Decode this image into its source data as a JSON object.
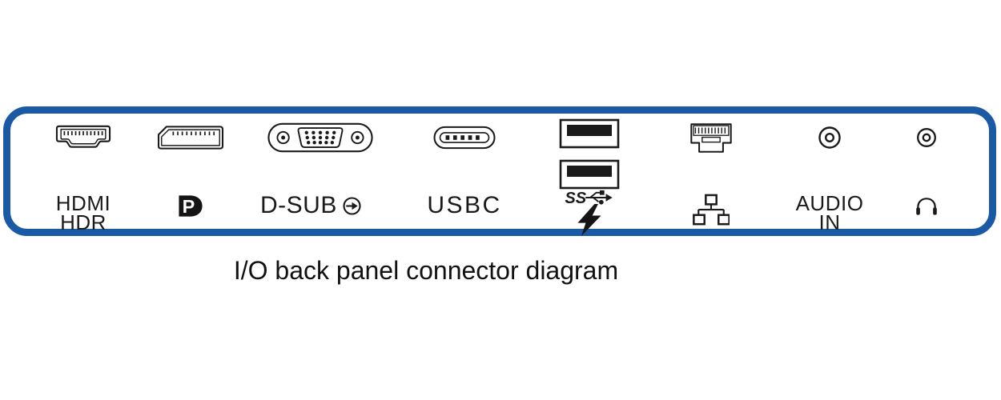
{
  "caption": "I/O back panel connector diagram",
  "colors": {
    "panel_border": "#1a5aa4",
    "ink": "#1a1a1a"
  },
  "ports": {
    "hdmi": {
      "icon": "hdmi-connector-icon",
      "label_line1": "HDMI",
      "label_line2": "HDR"
    },
    "displayport": {
      "icon": "displayport-connector-icon",
      "logo_icon": "displayport-logo-icon",
      "logo_letter": "P"
    },
    "dsub": {
      "icon": "vga-connector-icon",
      "label": "D-SUB",
      "suffix_icon": "input-arrow-icon"
    },
    "usbc": {
      "icon": "usbc-connector-icon",
      "label": "USBC"
    },
    "usb": {
      "icon": "usb-a-port-icon",
      "port_count": 2,
      "label": "SS",
      "label_icons": [
        "usb-trident-icon",
        "lightning-bolt-icon"
      ]
    },
    "ethernet": {
      "icon": "rj45-connector-icon",
      "label_icon": "network-icon"
    },
    "audio_in": {
      "icon": "audio-jack-icon",
      "label_line1": "AUDIO",
      "label_line2": "IN"
    },
    "headphone": {
      "icon": "headphone-jack-icon",
      "label_icon": "headphone-icon"
    }
  }
}
